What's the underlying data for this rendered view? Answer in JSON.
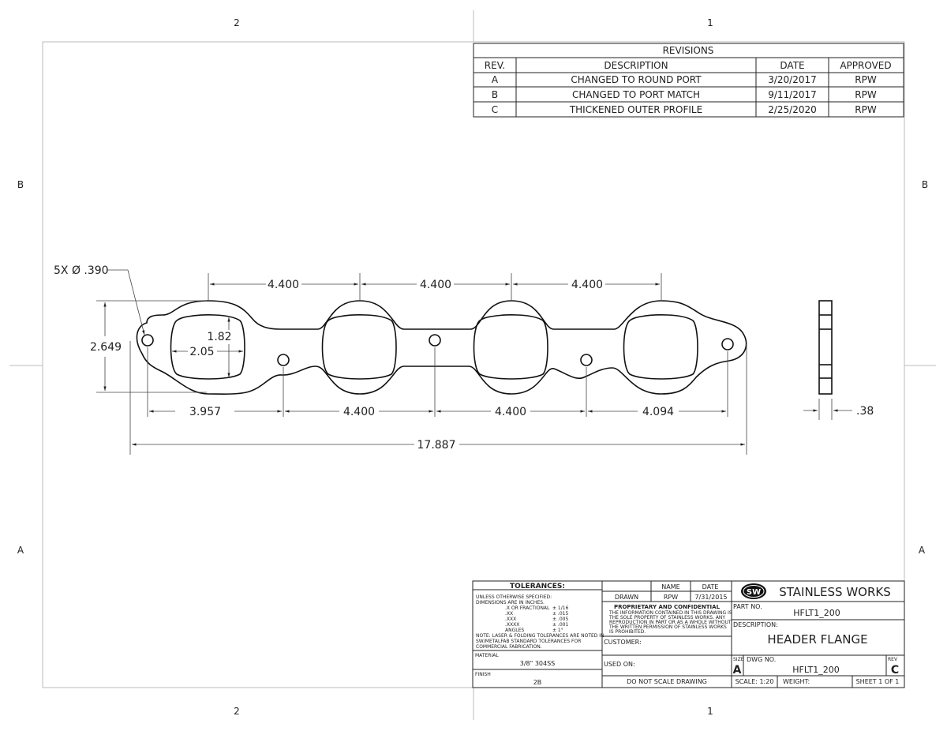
{
  "zones": {
    "top_left": "2",
    "top_right": "1",
    "bottom_left": "2",
    "bottom_right": "1",
    "left_upper": "B",
    "left_lower": "A",
    "right_upper": "B",
    "right_lower": "A"
  },
  "revisions": {
    "title": "REVISIONS",
    "headers": [
      "REV.",
      "DESCRIPTION",
      "DATE",
      "APPROVED"
    ],
    "rows": [
      [
        "A",
        "CHANGED TO ROUND PORT",
        "3/20/2017",
        "RPW"
      ],
      [
        "B",
        "CHANGED TO PORT MATCH",
        "9/11/2017",
        "RPW"
      ],
      [
        "C",
        "THICKENED OUTER PROFILE",
        "2/25/2020",
        "RPW"
      ]
    ]
  },
  "dimensions": {
    "holes": "5X Ø .390",
    "port_spacing": [
      "4.400",
      "4.400",
      "4.400"
    ],
    "height": "2.649",
    "port_height": "1.82",
    "port_width": "2.05",
    "bottom": [
      "3.957",
      "4.400",
      "4.400",
      "4.094"
    ],
    "overall": "17.887",
    "thickness": ".38"
  },
  "title_block": {
    "tolerances_title": "TOLERANCES:",
    "tol_lines": [
      "UNLESS OTHERWISE SPECIFIED:",
      "DIMENSIONS ARE IN INCHES."
    ],
    "tol_rows": [
      [
        ".X OR FRACTIONAL",
        "± 1/16"
      ],
      [
        ".XX",
        "± .015"
      ],
      [
        ".XXX",
        "± .005"
      ],
      [
        ".XXXX",
        "± .001"
      ],
      [
        "ANGLES",
        "± 1°"
      ]
    ],
    "tol_note": [
      "NOTE: LASER & FOLDING TOLERANCES ARE NOTED IN",
      "SW/METALFAB STANDARD TOLERANCES FOR",
      "COMMERCIAL FABRICATION."
    ],
    "material_label": "MATERIAL",
    "material": "3/8\" 304SS",
    "finish_label": "FINISH",
    "finish": "2B",
    "name_label": "NAME",
    "date_label": "DATE",
    "drawn_label": "DRAWN",
    "drawn_name": "RPW",
    "drawn_date": "7/31/2015",
    "prop_title": "PROPRIETARY AND CONFIDENTIAL",
    "prop_lines": [
      "THE INFORMATION CONTAINED IN THIS DRAWING IS",
      "THE SOLE PROPERTY OF STAINLESS WORKS.  ANY",
      "REPRODUCTION IN PART OR AS A WHOLE WITHOUT",
      "THE WRITTEN PERMISSION OF STAINLESS WORKS",
      "IS PROHIBITED."
    ],
    "customer_label": "CUSTOMER:",
    "used_on_label": "USED ON:",
    "do_not_scale": "DO NOT SCALE DRAWING",
    "logo_mark": "SW",
    "company": "STAINLESS WORKS",
    "part_no_label": "PART NO.",
    "part_no": "HFLT1_200",
    "description_label": "DESCRIPTION:",
    "description": "HEADER FLANGE",
    "size_label": "SIZE",
    "size": "A",
    "dwg_no_label": "DWG  NO.",
    "dwg_no": "HFLT1_200",
    "rev_label": "REV",
    "rev": "C",
    "scale": "SCALE: 1:20",
    "weight": "WEIGHT:",
    "sheet": "SHEET 1 OF 1"
  }
}
